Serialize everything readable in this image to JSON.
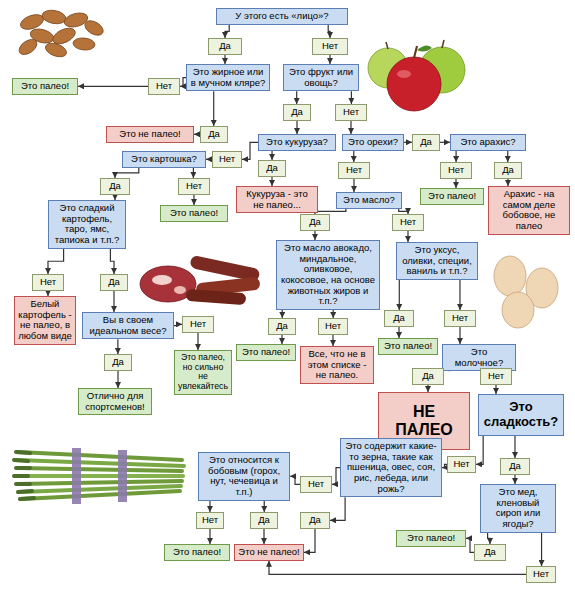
{
  "diagram": {
    "nodes": [
      {
        "text": [
          "У этого есть «лицо»?"
        ]
      },
      {
        "text": [
          "Да"
        ]
      },
      {
        "text": [
          "Нет"
        ]
      },
      {
        "text": [
          "Это палео!"
        ]
      },
      {
        "text": [
          "Нет"
        ]
      },
      {
        "text": [
          "Это жирное или в мучном кляре?"
        ]
      },
      {
        "text": [
          "Это фрукт или овощь?"
        ]
      },
      {
        "text": [
          "Это не палео!"
        ]
      },
      {
        "text": [
          "Да"
        ]
      },
      {
        "text": [
          "Да"
        ]
      },
      {
        "text": [
          "Нет"
        ]
      },
      {
        "text": [
          "Это кукуруза?"
        ]
      },
      {
        "text": [
          "Это картошка?"
        ]
      },
      {
        "text": [
          "Нет"
        ]
      },
      {
        "text": [
          "Да"
        ]
      },
      {
        "text": [
          "Это орехи?"
        ]
      },
      {
        "text": [
          "Да"
        ]
      },
      {
        "text": [
          "Это арахис?"
        ]
      },
      {
        "text": [
          "Да"
        ]
      },
      {
        "text": [
          "Нет"
        ]
      },
      {
        "text": [
          "Кукуруза - это не палео..."
        ]
      },
      {
        "text": [
          "Нет"
        ]
      },
      {
        "text": [
          "Нет"
        ]
      },
      {
        "text": [
          "Да"
        ]
      },
      {
        "text": [
          "Это палео!"
        ]
      },
      {
        "text": [
          "Это масло?"
        ]
      },
      {
        "text": [
          "Это палео!"
        ]
      },
      {
        "text": [
          "Арахис - на самом деле бобовое, не палео"
        ]
      },
      {
        "text": [
          "Это сладкий картофель, таро, ямс, тапиока и т.п.?"
        ]
      },
      {
        "text": [
          "Да"
        ]
      },
      {
        "text": [
          "Нет"
        ]
      },
      {
        "text": [
          "Это масло авокадо, миндальное, оливковое, кокосовое, на основе животных жиров и т.п.?"
        ]
      },
      {
        "text": [
          "Это уксус, оливки, специи, ваниль и т.п.?"
        ]
      },
      {
        "text": [
          "Нет"
        ]
      },
      {
        "text": [
          "Да"
        ]
      },
      {
        "text": [
          "Белый картофель - не палео, в любом виде"
        ]
      },
      {
        "text": [
          "Вы в своем идеальном весе?"
        ]
      },
      {
        "text": [
          "Нет"
        ]
      },
      {
        "text": [
          "Да"
        ]
      },
      {
        "text": [
          "Нет"
        ]
      },
      {
        "text": [
          "Это палео!"
        ]
      },
      {
        "text": [
          "Все, что не в этом списке - не палео."
        ]
      },
      {
        "text": [
          "Да"
        ]
      },
      {
        "text": [
          "Нет"
        ]
      },
      {
        "text": [
          "Это палео!"
        ]
      },
      {
        "text": [
          "Это молочное?"
        ]
      },
      {
        "text": [
          "Это палео, но сильно не увлекайтесь"
        ]
      },
      {
        "text": [
          "Да"
        ]
      },
      {
        "text": [
          "Да"
        ]
      },
      {
        "text": [
          "Нет"
        ]
      },
      {
        "text": [
          "Отлично для спортсменов!"
        ]
      },
      {
        "text": [
          "НЕ ПАЛЕО"
        ]
      },
      {
        "text": [
          "Это сладкость?"
        ]
      },
      {
        "text": [
          "Это содержит какие-то зерна, такие как пшеница, овес, соя, рис, лебеда, или рожь?"
        ]
      },
      {
        "text": [
          "Нет"
        ]
      },
      {
        "text": [
          "Да"
        ]
      },
      {
        "text": [
          "Это относится к бобовым (горох, нут, чечевица и т.п.)"
        ]
      },
      {
        "text": [
          "Нет"
        ]
      },
      {
        "text": [
          "Это мед, кленовый сироп или ягоды?"
        ]
      },
      {
        "text": [
          "Нет"
        ]
      },
      {
        "text": [
          "Да"
        ]
      },
      {
        "text": [
          "Да"
        ]
      },
      {
        "text": [
          "Это палео!"
        ]
      },
      {
        "text": [
          "Это палео!"
        ]
      },
      {
        "text": [
          "Это не палео!"
        ]
      },
      {
        "text": [
          "Да"
        ]
      },
      {
        "text": [
          "Нет"
        ]
      }
    ],
    "edges": [
      {
        "from": 0,
        "to": 1,
        "arrow": "to"
      },
      {
        "from": 0,
        "to": 2,
        "arrow": "to"
      },
      {
        "from": 1,
        "to": 5,
        "arrow": "to"
      },
      {
        "from": 5,
        "to": 4,
        "arrow": "to"
      },
      {
        "from": 4,
        "to": 3,
        "arrow": "to"
      },
      {
        "from": 5,
        "to": 8,
        "arrow": "to"
      },
      {
        "from": 8,
        "to": 7,
        "arrow": "to"
      },
      {
        "from": 2,
        "to": 6,
        "arrow": "to"
      },
      {
        "from": 6,
        "to": 9,
        "arrow": "to"
      },
      {
        "from": 6,
        "to": 10,
        "arrow": "to"
      },
      {
        "from": 9,
        "to": 11,
        "arrow": "to"
      },
      {
        "from": 10,
        "to": 15,
        "arrow": "to"
      },
      {
        "from": 11,
        "to": 13,
        "arrow": "to"
      },
      {
        "from": 13,
        "to": 12,
        "arrow": "to"
      },
      {
        "from": 11,
        "to": 14,
        "arrow": "to"
      },
      {
        "from": 14,
        "to": 20,
        "arrow": "to"
      },
      {
        "from": 15,
        "to": 16,
        "arrow": "to"
      },
      {
        "from": 16,
        "to": 17,
        "arrow": "to"
      },
      {
        "from": 15,
        "to": 21,
        "arrow": "to"
      },
      {
        "from": 21,
        "to": 25,
        "arrow": "to"
      },
      {
        "from": 17,
        "to": 22,
        "arrow": "to"
      },
      {
        "from": 22,
        "to": 26,
        "arrow": "to"
      },
      {
        "from": 17,
        "to": 23,
        "arrow": "to"
      },
      {
        "from": 23,
        "to": 27,
        "arrow": "to"
      },
      {
        "from": 12,
        "to": 18,
        "arrow": "to"
      },
      {
        "from": 12,
        "to": 19,
        "arrow": "to"
      },
      {
        "from": 19,
        "to": 24,
        "arrow": "to"
      },
      {
        "from": 18,
        "to": 28,
        "arrow": "to"
      },
      {
        "from": 25,
        "to": 29,
        "arrow": "to"
      },
      {
        "from": 25,
        "to": 30,
        "arrow": "to"
      },
      {
        "from": 29,
        "to": 31,
        "arrow": "to"
      },
      {
        "from": 30,
        "to": 32,
        "arrow": "to"
      },
      {
        "from": 28,
        "to": 33,
        "arrow": "to"
      },
      {
        "from": 28,
        "to": 34,
        "arrow": "to"
      },
      {
        "from": 33,
        "to": 35,
        "arrow": "to"
      },
      {
        "from": 34,
        "to": 36,
        "arrow": "to"
      },
      {
        "from": 36,
        "to": 37,
        "arrow": "to"
      },
      {
        "from": 37,
        "to": 46,
        "arrow": "to"
      },
      {
        "from": 36,
        "to": 47,
        "arrow": "to"
      },
      {
        "from": 47,
        "to": 50,
        "arrow": "to"
      },
      {
        "from": 31,
        "to": 38,
        "arrow": "to"
      },
      {
        "from": 38,
        "to": 40,
        "arrow": "to"
      },
      {
        "from": 31,
        "to": 39,
        "arrow": "to"
      },
      {
        "from": 39,
        "to": 41,
        "arrow": "to"
      },
      {
        "from": 32,
        "to": 42,
        "arrow": "to"
      },
      {
        "from": 42,
        "to": 44,
        "arrow": "to"
      },
      {
        "from": 32,
        "to": 43,
        "arrow": "to"
      },
      {
        "from": 43,
        "to": 45,
        "arrow": "to"
      },
      {
        "from": 45,
        "to": 48,
        "arrow": "to"
      },
      {
        "from": 48,
        "to": 51,
        "arrow": "to"
      },
      {
        "from": 45,
        "to": 49,
        "arrow": "to"
      },
      {
        "from": 49,
        "to": 52,
        "arrow": "to"
      },
      {
        "from": 52,
        "to": 54,
        "arrow": "to"
      },
      {
        "from": 54,
        "to": 53,
        "arrow": "to"
      },
      {
        "from": 52,
        "to": 55,
        "arrow": "to"
      },
      {
        "from": 55,
        "to": 58,
        "arrow": "to"
      },
      {
        "from": 53,
        "to": 57,
        "arrow": "to"
      },
      {
        "from": 57,
        "to": 56,
        "arrow": "to"
      },
      {
        "from": 53,
        "to": 61,
        "arrow": "to"
      },
      {
        "from": 56,
        "to": 59,
        "arrow": "to"
      },
      {
        "from": 56,
        "to": 60,
        "arrow": "to"
      },
      {
        "from": 59,
        "to": 63,
        "arrow": "to"
      },
      {
        "from": 60,
        "to": 64,
        "arrow": "to"
      },
      {
        "from": 61,
        "to": 64,
        "arrow": "to"
      },
      {
        "from": 58,
        "to": 65,
        "arrow": "to"
      },
      {
        "from": 65,
        "to": 62,
        "arrow": "to"
      },
      {
        "from": 58,
        "to": 66,
        "arrow": "to"
      },
      {
        "from": 66,
        "to": 64,
        "arrow": "to"
      }
    ]
  }
}
